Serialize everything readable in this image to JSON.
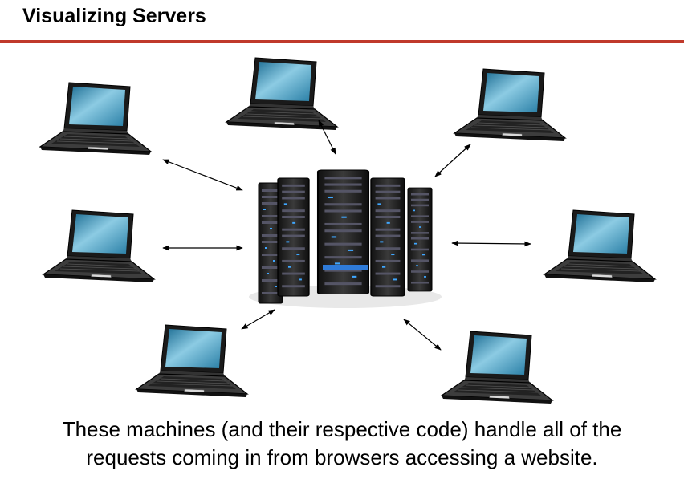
{
  "slide": {
    "title": "Visualizing Servers",
    "accent_color": "#c0392b",
    "caption_lines": [
      "These machines (and their respective code) handle all of the",
      "requests coming in from browsers accessing a website."
    ]
  },
  "diagram": {
    "center_icon": "server-rack-icon",
    "client_icon": "laptop-icon",
    "client_count": 7,
    "connection_style": "double-headed-arrow"
  }
}
